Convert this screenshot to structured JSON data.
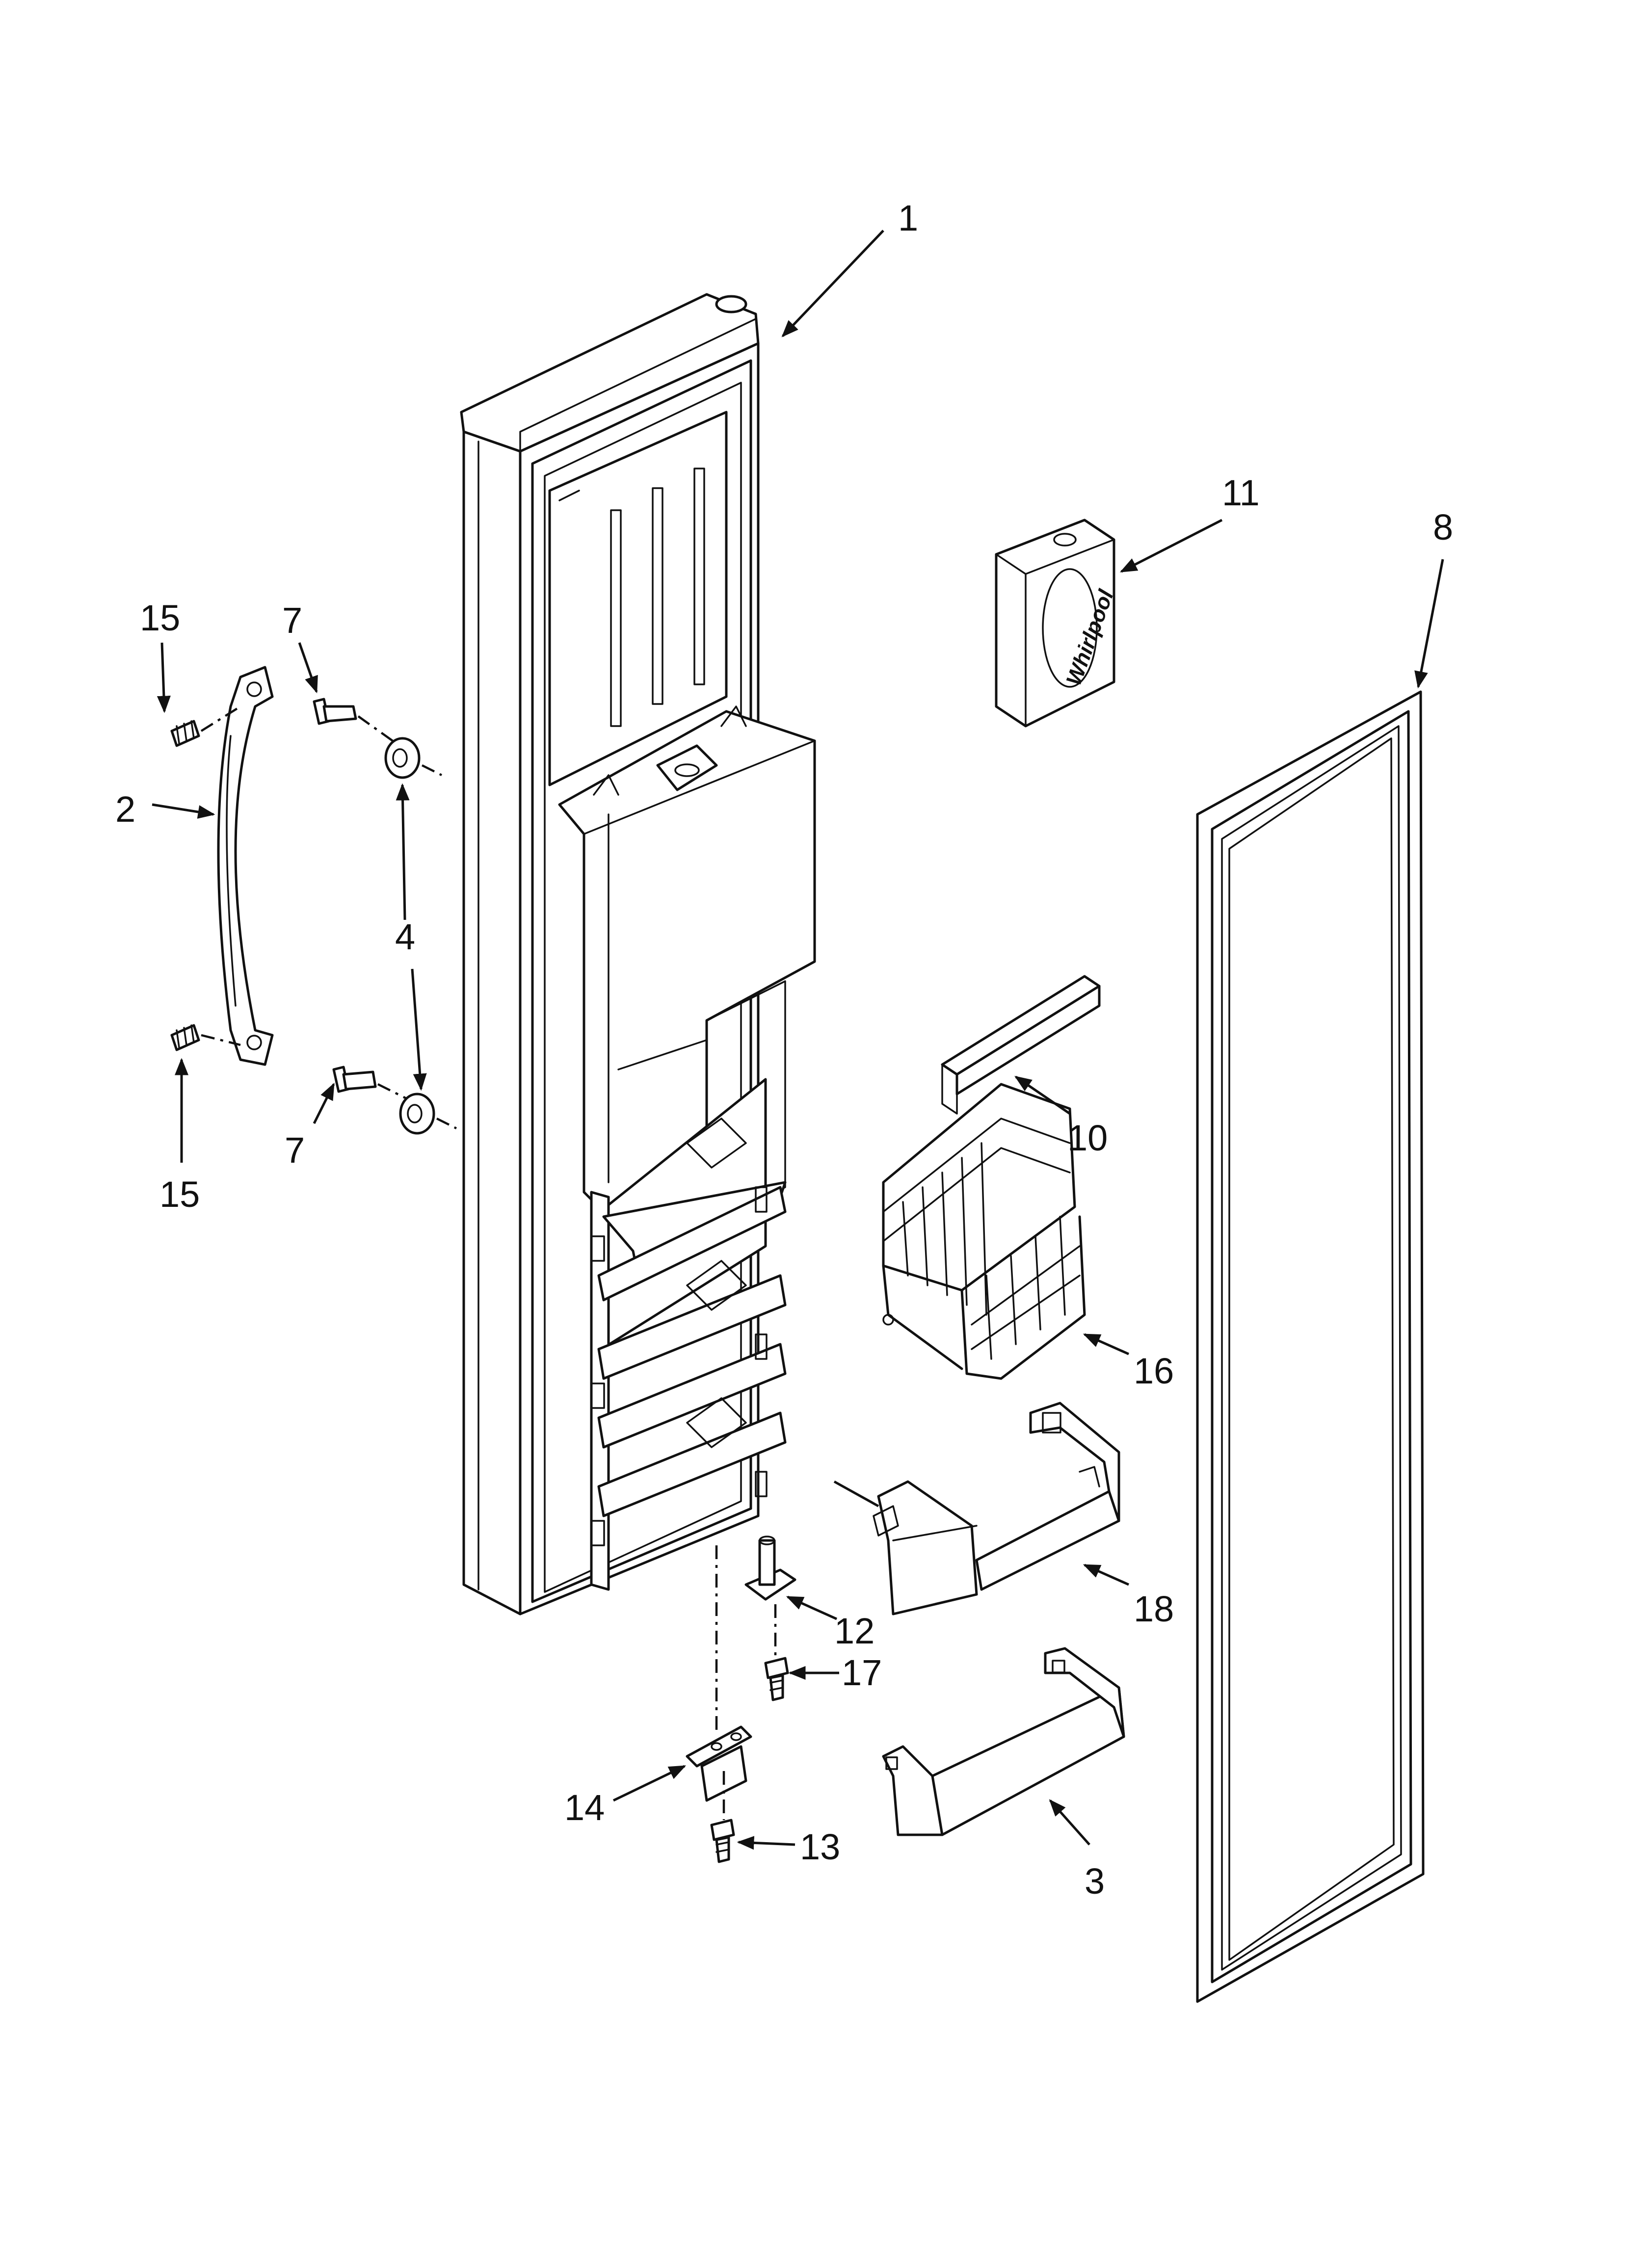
{
  "callouts": [
    {
      "id": "c1",
      "label": "1"
    },
    {
      "id": "c11",
      "label": "11"
    },
    {
      "id": "c8",
      "label": "8"
    },
    {
      "id": "c15a",
      "label": "15"
    },
    {
      "id": "c7a",
      "label": "7"
    },
    {
      "id": "c2",
      "label": "2"
    },
    {
      "id": "c4",
      "label": "4"
    },
    {
      "id": "c15b",
      "label": "15"
    },
    {
      "id": "c7b",
      "label": "7"
    },
    {
      "id": "c10",
      "label": "10"
    },
    {
      "id": "c16",
      "label": "16"
    },
    {
      "id": "c18",
      "label": "18"
    },
    {
      "id": "c12",
      "label": "12"
    },
    {
      "id": "c17",
      "label": "17"
    },
    {
      "id": "c14",
      "label": "14"
    },
    {
      "id": "c13",
      "label": "13"
    },
    {
      "id": "c3",
      "label": "3"
    }
  ],
  "cartridge_logo_text": "Whirlpool"
}
